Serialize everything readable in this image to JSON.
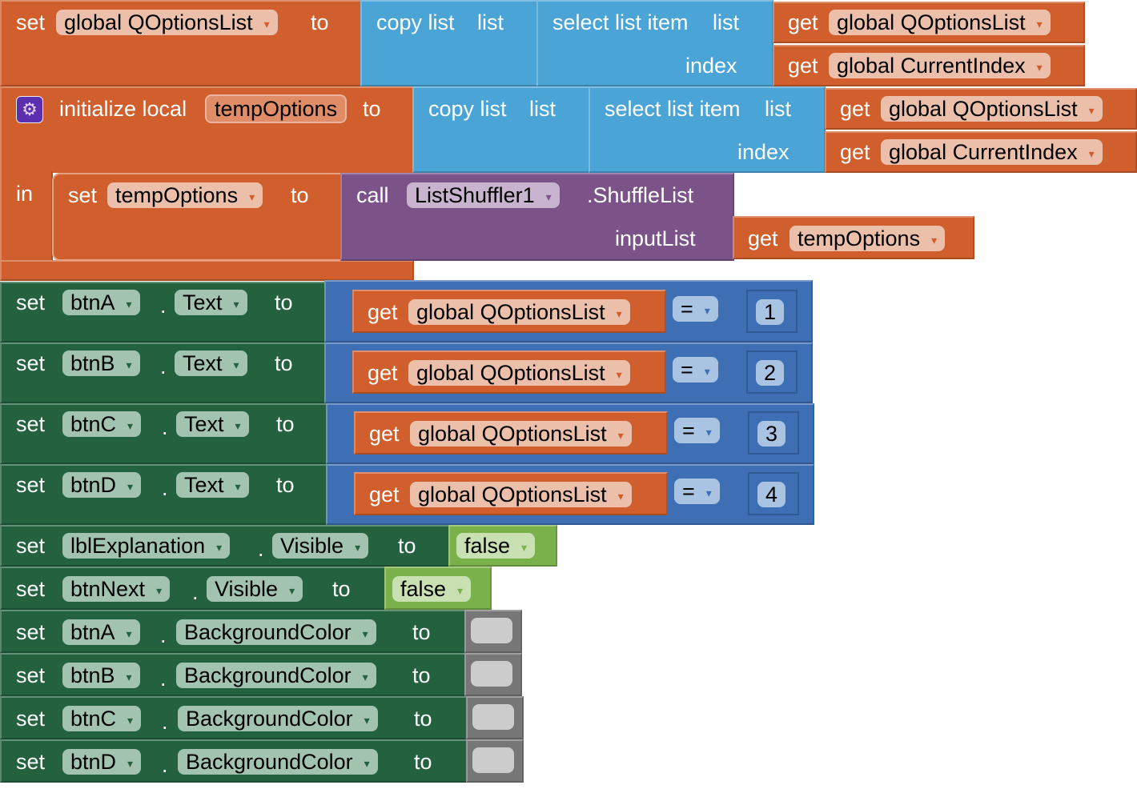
{
  "kw": {
    "set": "set",
    "to": "to",
    "get": "get",
    "dot": ".",
    "in": "in",
    "list": "list",
    "index": "index",
    "call": "call",
    "copy_list": "copy list",
    "select_list_item": "select list item",
    "initialize_local": "initialize local",
    "input_list": "inputList",
    "eq": "="
  },
  "vars": {
    "qoptions": "global QOptionsList",
    "current_index": "global CurrentIndex",
    "temp": "tempOptions"
  },
  "call_block": {
    "component": "ListShuffler1",
    "method": ".ShuffleList"
  },
  "props": {
    "text": "Text",
    "visible": "Visible",
    "bg": "BackgroundColor"
  },
  "components": {
    "btnA": "btnA",
    "btnB": "btnB",
    "btnC": "btnC",
    "btnD": "btnD",
    "lbl": "lblExplanation",
    "next": "btnNext"
  },
  "numbers": [
    "1",
    "2",
    "3",
    "4"
  ],
  "bool_false": "false",
  "icons": {
    "mutator": "gear-icon",
    "dropdown": "▾"
  },
  "colors": {
    "variables": "#d05f2d",
    "lists": "#4ba4d6",
    "procedures": "#7b5388",
    "components": "#23613f",
    "math": "#3e6fb4",
    "logic": "#7ab14b",
    "color": "#777777",
    "swatch": "#cccccc"
  }
}
